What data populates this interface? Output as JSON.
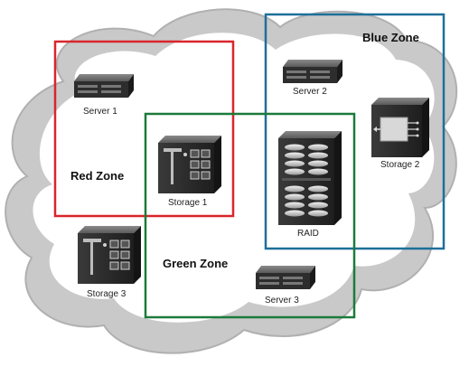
{
  "zones": {
    "red": {
      "label": "Red Zone",
      "color": "#d9252b"
    },
    "blue": {
      "label": "Blue Zone",
      "color": "#1f6f9a"
    },
    "green": {
      "label": "Green Zone",
      "color": "#1d7a3b"
    }
  },
  "devices": {
    "server1": {
      "label": "Server 1",
      "icon": "rack-server-icon"
    },
    "server2": {
      "label": "Server 2",
      "icon": "rack-server-icon"
    },
    "server3": {
      "label": "Server 3",
      "icon": "rack-server-icon"
    },
    "storage1": {
      "label": "Storage 1",
      "icon": "storage-array-icon"
    },
    "storage2": {
      "label": "Storage 2",
      "icon": "storage-enclosure-icon"
    },
    "storage3": {
      "label": "Storage 3",
      "icon": "storage-array-icon"
    },
    "raid": {
      "label": "RAID",
      "icon": "raid-disk-array-icon"
    }
  },
  "colors": {
    "cloud_fill": "#d9d9d9",
    "cloud_outline": "#bdbdbd",
    "device_dark": "#3a3a3a"
  }
}
